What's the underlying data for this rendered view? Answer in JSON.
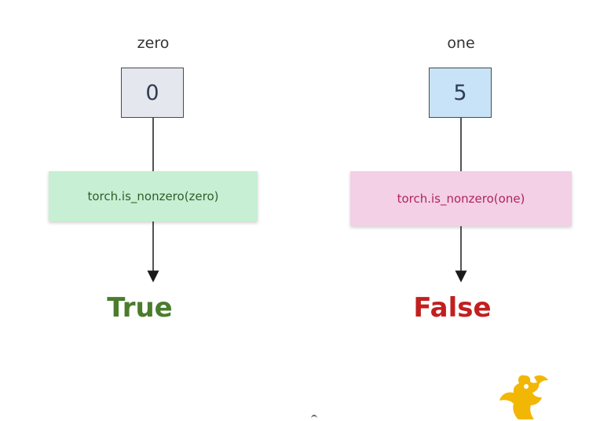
{
  "left": {
    "var_name": "zero",
    "value": "0",
    "function": "torch.is_nonzero(zero)",
    "result": "True",
    "box_fill": "#e4e7ee",
    "fn_fill": "#c6efd3",
    "fn_text_color": "#2f5e2c",
    "result_color": "#4a7c2c"
  },
  "right": {
    "var_name": "one",
    "value": "5",
    "function": "torch.is_nonzero(one)",
    "result": "False",
    "box_fill": "#c8e3f8",
    "fn_fill": "#f3d0e6",
    "fn_text_color": "#b0245a",
    "result_color": "#c21f1f"
  },
  "logo_icon": "figure-logo-icon",
  "logo_color": "#f2b705"
}
